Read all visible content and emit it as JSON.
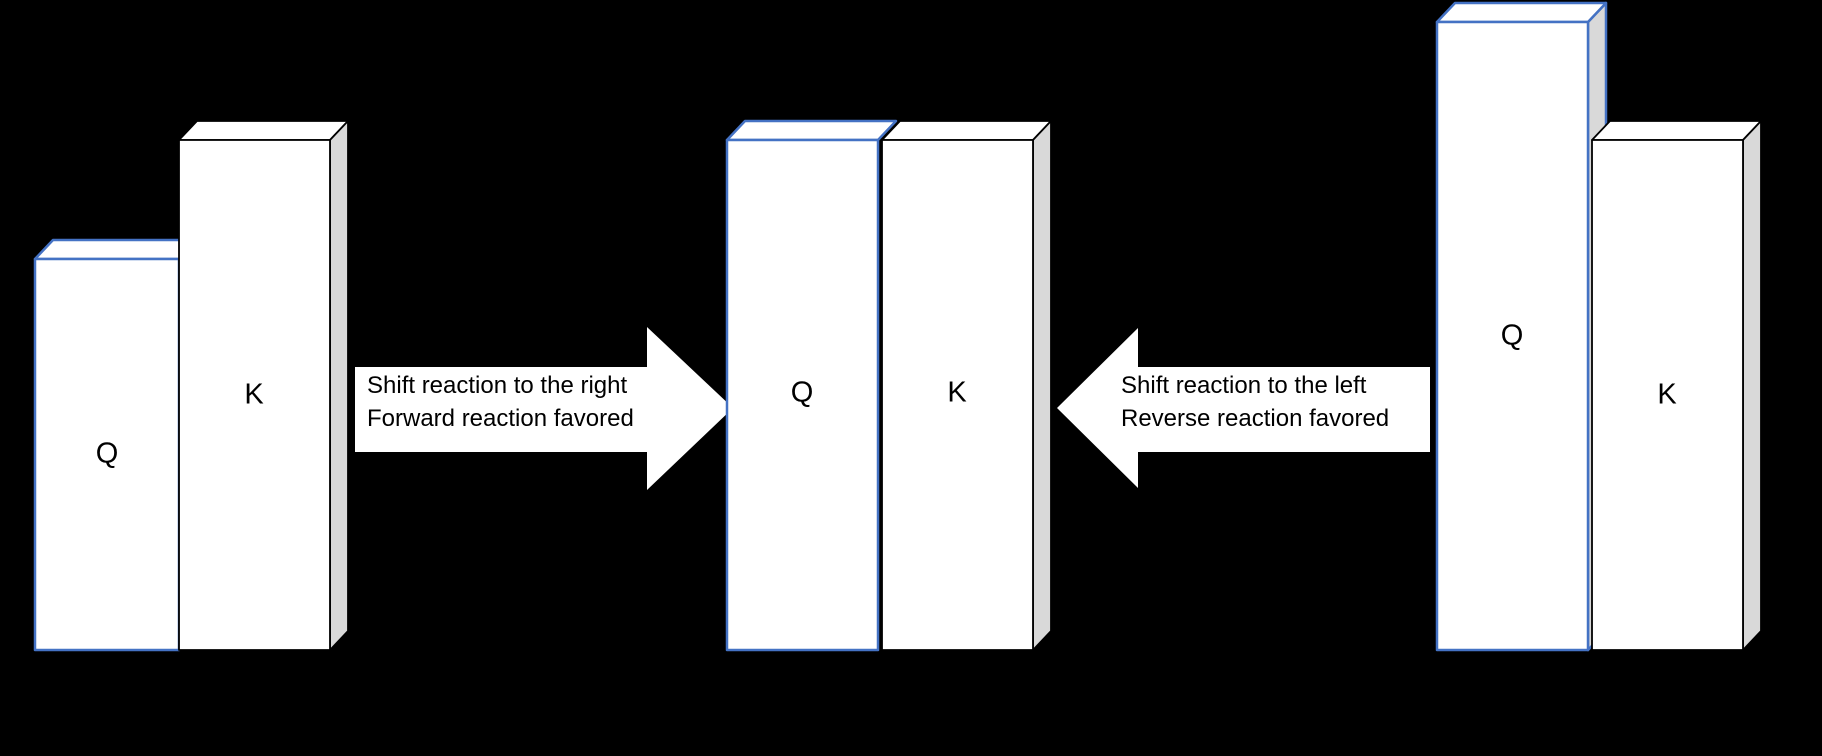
{
  "colors": {
    "background": "#000000",
    "bar_fill": "#ffffff",
    "q_outline": "#4472C4",
    "k_outline": "#000000",
    "side_shade": "#D9D9D9",
    "arrow_fill": "#ffffff",
    "arrow_text": "#000000",
    "label_text": "#000000"
  },
  "groups": [
    {
      "position": "left",
      "bars": [
        {
          "label": "Q"
        },
        {
          "label": "K"
        }
      ]
    },
    {
      "position": "middle",
      "bars": [
        {
          "label": "Q"
        },
        {
          "label": "K"
        }
      ]
    },
    {
      "position": "right",
      "bars": [
        {
          "label": "Q"
        },
        {
          "label": "K"
        }
      ]
    }
  ],
  "arrows": [
    {
      "direction": "right",
      "line1": "Shift reaction to the right",
      "line2": "Forward reaction favored"
    },
    {
      "direction": "left",
      "line1": "Shift reaction to the left",
      "line2": "Reverse reaction favored"
    }
  ]
}
